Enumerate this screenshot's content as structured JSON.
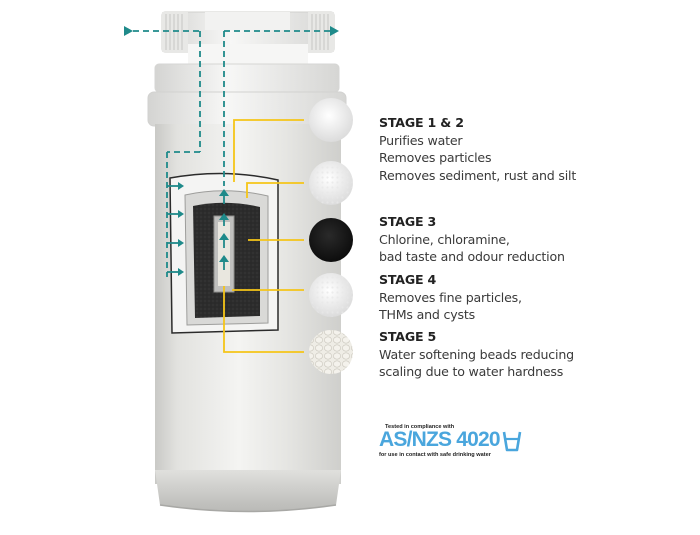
{
  "colors": {
    "flow_arrow": "#1f8a8a",
    "leader_line": "#f5c518",
    "cert_blue": "#4aa6dd",
    "text": "#3a3a3a"
  },
  "diagram": {
    "subject": "water-filter-cartridge-cross-section",
    "flow_direction": "inlet-left-outlet-right"
  },
  "stages": [
    {
      "title": "STAGE 1 & 2",
      "lines": [
        "Purifies water",
        "Removes particles",
        "Removes sediment, rust and silt"
      ],
      "swatch": "white-fibrous-media"
    },
    {
      "title": "STAGE 3",
      "lines": [
        "Chlorine, chloramine,",
        "bad taste and odour reduction"
      ],
      "swatch": "black-carbon-media"
    },
    {
      "title": "STAGE 4",
      "lines": [
        "Removes fine particles,",
        "THMs and cysts"
      ],
      "swatch": "white-textured-media"
    },
    {
      "title": "STAGE 5",
      "lines": [
        "Water softening beads reducing",
        "scaling due to water hardness"
      ],
      "swatch": "white-beads-media"
    }
  ],
  "certification": {
    "top_text": "Tested in compliance with",
    "standard": "AS/NZS 4020",
    "bottom_text": "for use in contact with safe drinking water",
    "icon": "drinking-glass-icon"
  }
}
